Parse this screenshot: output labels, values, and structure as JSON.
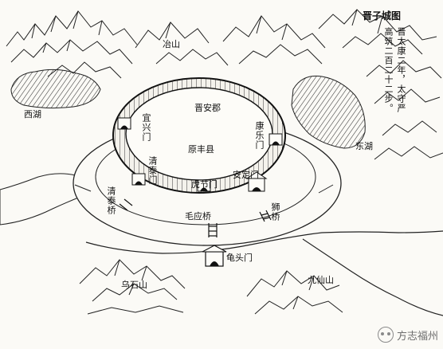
{
  "title": "晋子城图",
  "note_main": "晋太康二年，太守严",
  "note_sub": "高筑二百二十二步。",
  "labels": {
    "yeshan": "冶山",
    "xihu": "西湖",
    "donghu": "东湖",
    "jinanjun": "晋安郡",
    "yuanfengxian": "原丰县",
    "yixianmen": "宜兴门",
    "kangtaimen": "康乐门",
    "qingtaimen": "清泰门",
    "anxinmen": "安定门",
    "hujiemen": "虎节门",
    "maoyingqiao": "毛应桥",
    "liqiao": "狮桥",
    "tangtaiqiao": "清泰桥",
    "guitoumen": "龟头门",
    "wushishan": "乌石山",
    "jiuxianshan": "九仙山"
  },
  "watermark": "方志福州",
  "icons": {
    "watermark": "wechat-icon"
  }
}
